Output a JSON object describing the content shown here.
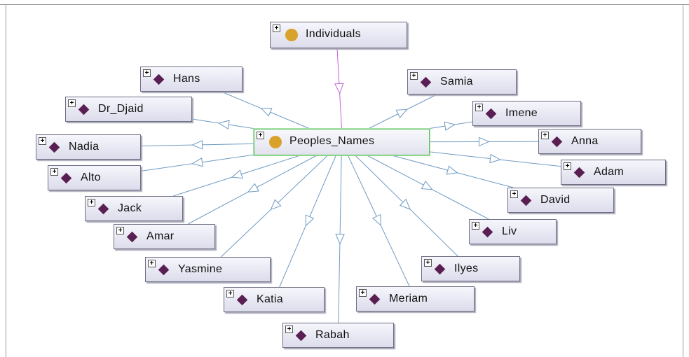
{
  "graph": {
    "root_class": "Individuals",
    "focus_class": "Peoples_Names",
    "individuals": [
      "Hans",
      "Samia",
      "Dr_Djaid",
      "Imene",
      "Nadia",
      "Anna",
      "Alto",
      "Adam",
      "Jack",
      "David",
      "Amar",
      "Liv",
      "Yasmine",
      "Ilyes",
      "Katia",
      "Meriam",
      "Rabah"
    ]
  },
  "colors": {
    "class_icon": "#d9a22c",
    "individual_icon": "#5a1f52",
    "subclass_edge": "#c463d6",
    "instance_edge": "#6f9bc4",
    "focus_border": "#59c25a"
  },
  "icons": {
    "expander": "plus-box-icon",
    "class": "class-circle-icon",
    "individual": "individual-diamond-icon"
  },
  "expander_symbol": "+"
}
